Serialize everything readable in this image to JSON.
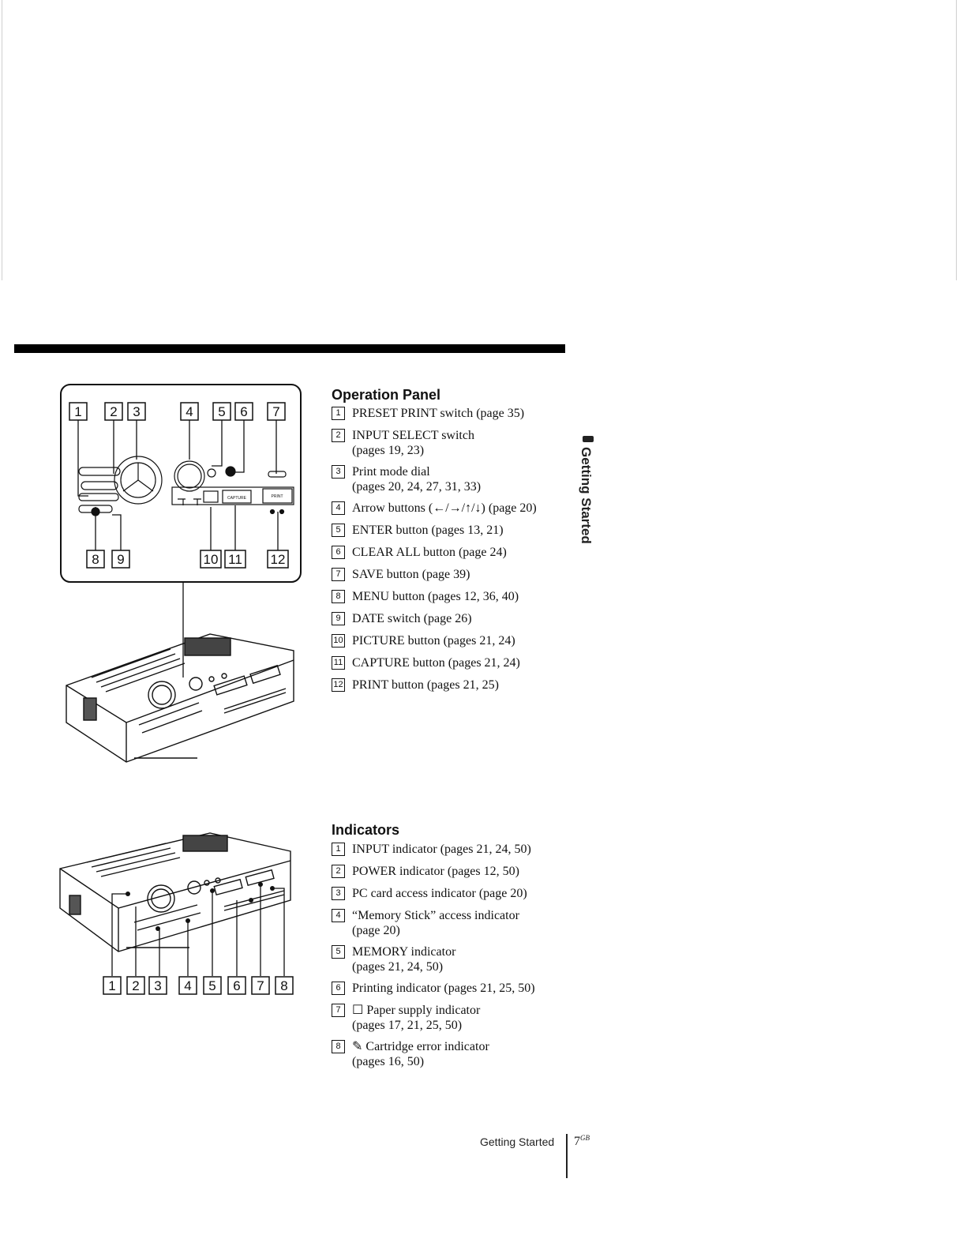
{
  "operation_panel": {
    "heading": "Operation Panel",
    "items": [
      {
        "num": "1",
        "text": "PRESET PRINT switch (page 35)"
      },
      {
        "num": "2",
        "text": "INPUT SELECT switch",
        "text2": "(pages 19, 23)"
      },
      {
        "num": "3",
        "text": "Print mode dial",
        "text2": "(pages 20, 24, 27, 31, 33)"
      },
      {
        "num": "4",
        "text": "Arrow buttons (←/→/↑/↓) (page 20)"
      },
      {
        "num": "5",
        "text": "ENTER button (pages 13, 21)"
      },
      {
        "num": "6",
        "text": "CLEAR ALL button (page 24)"
      },
      {
        "num": "7",
        "text": "SAVE button (page 39)"
      },
      {
        "num": "8",
        "text": "MENU button (pages 12, 36, 40)"
      },
      {
        "num": "9",
        "text": "DATE switch (page 26)"
      },
      {
        "num": "10",
        "text": "PICTURE button (pages 21, 24)"
      },
      {
        "num": "11",
        "text": "CAPTURE button (pages 21, 24)"
      },
      {
        "num": "12",
        "text": "PRINT button (pages 21, 25)"
      }
    ],
    "callouts": [
      "1",
      "2",
      "3",
      "4",
      "5",
      "6",
      "7",
      "8",
      "9",
      "10",
      "11",
      "12"
    ],
    "panel_labels": {
      "capture": "CAPTURE",
      "print": "PRINT"
    }
  },
  "indicators": {
    "heading": "Indicators",
    "items": [
      {
        "num": "1",
        "text": "INPUT indicator (pages 21, 24, 50)"
      },
      {
        "num": "2",
        "text": "POWER indicator (pages 12, 50)"
      },
      {
        "num": "3",
        "text": "PC card access indicator (page 20)"
      },
      {
        "num": "4",
        "text": "“Memory Stick” access indicator",
        "text2": "(page 20)"
      },
      {
        "num": "5",
        "text": "MEMORY indicator",
        "text2": "(pages 21, 24, 50)"
      },
      {
        "num": "6",
        "text": "Printing indicator (pages 21, 25, 50)"
      },
      {
        "num": "7",
        "text": "☐ Paper supply indicator",
        "text2": "(pages 17, 21, 25, 50)"
      },
      {
        "num": "8",
        "text": "✎ Cartridge error indicator",
        "text2": "(pages 16, 50)"
      }
    ],
    "callouts": [
      "1",
      "2",
      "3",
      "4",
      "5",
      "6",
      "7",
      "8"
    ]
  },
  "side_tab": {
    "label": "Getting Started"
  },
  "footer": {
    "section": "Getting Started",
    "page": "7",
    "page_suffix": "GB"
  }
}
